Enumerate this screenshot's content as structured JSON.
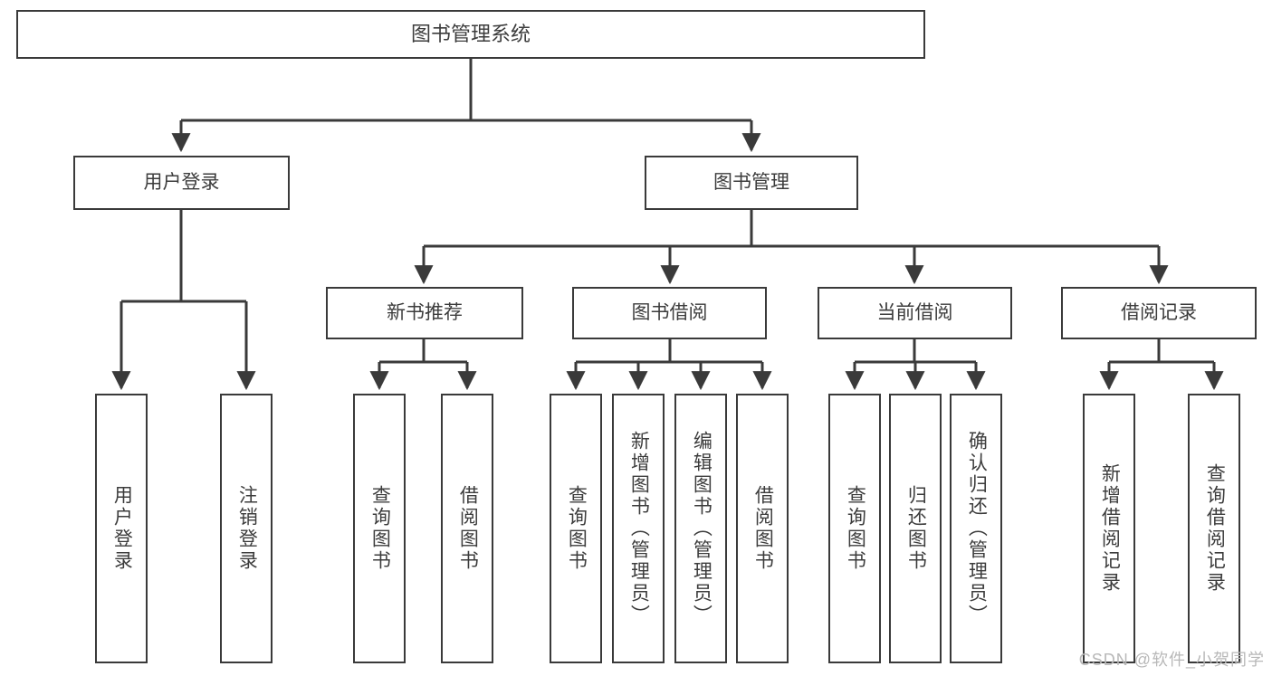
{
  "diagram": {
    "title_node": "图书管理系统",
    "theme": {
      "background": "#ffffff",
      "box_border": "#3a3a3a",
      "box_fill": "#ffffff",
      "text": "#3c3c3c",
      "edge": "#3a3a3a",
      "watermark": "#b8b8b8"
    },
    "levels": {
      "level0": [
        {
          "id": "root",
          "label": "图书管理系统",
          "orientation": "horizontal"
        }
      ],
      "level1": [
        {
          "id": "user-login",
          "label": "用户登录",
          "orientation": "horizontal"
        },
        {
          "id": "book-management",
          "label": "图书管理",
          "orientation": "horizontal"
        }
      ],
      "level2": [
        {
          "id": "new-book-recommend",
          "label": "新书推荐",
          "orientation": "horizontal",
          "parent": "book-management"
        },
        {
          "id": "book-borrow",
          "label": "图书借阅",
          "orientation": "horizontal",
          "parent": "book-management"
        },
        {
          "id": "current-borrow",
          "label": "当前借阅",
          "orientation": "horizontal",
          "parent": "book-management"
        },
        {
          "id": "borrow-record",
          "label": "借阅记录",
          "orientation": "horizontal",
          "parent": "book-management"
        }
      ],
      "level3": [
        {
          "id": "leaf-user-login",
          "label": "用户登录",
          "orientation": "vertical",
          "parent": "user-login"
        },
        {
          "id": "leaf-logout",
          "label": "注销登录",
          "orientation": "vertical",
          "parent": "user-login"
        },
        {
          "id": "leaf-query-book-1",
          "label": "查询图书",
          "orientation": "vertical",
          "parent": "new-book-recommend"
        },
        {
          "id": "leaf-borrow-book-1",
          "label": "借阅图书",
          "orientation": "vertical",
          "parent": "new-book-recommend"
        },
        {
          "id": "leaf-query-book-2",
          "label": "查询图书",
          "orientation": "vertical",
          "parent": "book-borrow"
        },
        {
          "id": "leaf-add-book",
          "label": "新增图书（管理员）",
          "orientation": "vertical",
          "parent": "book-borrow"
        },
        {
          "id": "leaf-edit-book",
          "label": "编辑图书（管理员）",
          "orientation": "vertical",
          "parent": "book-borrow"
        },
        {
          "id": "leaf-borrow-book-2",
          "label": "借阅图书",
          "orientation": "vertical",
          "parent": "book-borrow"
        },
        {
          "id": "leaf-query-book-3",
          "label": "查询图书",
          "orientation": "vertical",
          "parent": "current-borrow"
        },
        {
          "id": "leaf-return-book",
          "label": "归还图书",
          "orientation": "vertical",
          "parent": "current-borrow"
        },
        {
          "id": "leaf-confirm-return",
          "label": "确认归还（管理员）",
          "orientation": "vertical",
          "parent": "current-borrow"
        },
        {
          "id": "leaf-add-record",
          "label": "新增借阅记录",
          "orientation": "vertical",
          "parent": "borrow-record"
        },
        {
          "id": "leaf-query-record",
          "label": "查询借阅记录",
          "orientation": "vertical",
          "parent": "borrow-record"
        }
      ]
    }
  },
  "watermark": {
    "text": "CSDN @软件_小贺同学"
  }
}
